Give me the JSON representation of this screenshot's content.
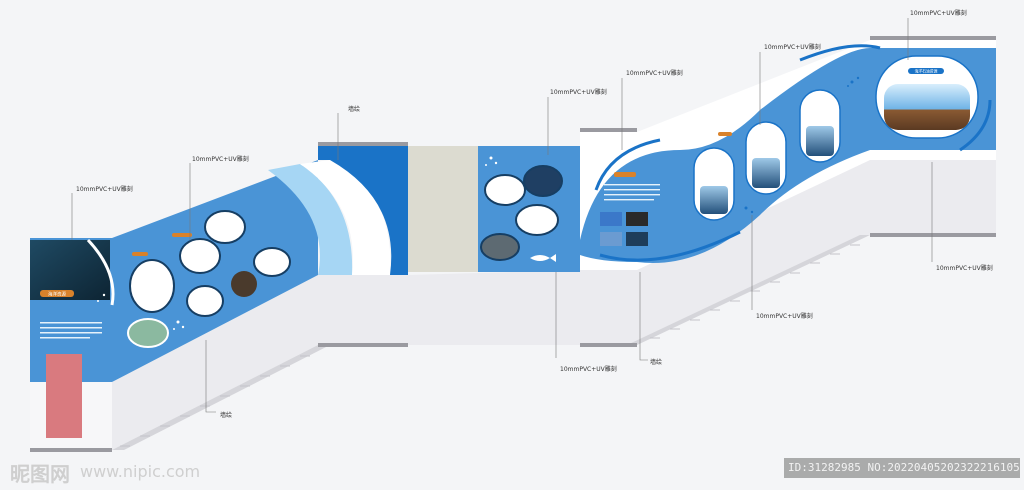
{
  "callouts": {
    "pvc_uv": "10mmPVC+UV雕刻",
    "mural": "墙绘"
  },
  "panels": {
    "ocean_title": "海洋资源",
    "oil_title": "海洋石油资源"
  },
  "watermark": {
    "logo_text": "昵图网",
    "url": "www.nipic.com",
    "id_text": "ID:31282985 NO:20220405202322216105"
  },
  "colors": {
    "wall_blue": "#4a94d6",
    "deep_blue": "#1a73c7",
    "light_blue": "#a6d6f4",
    "floor_grey": "#e6e6ea",
    "pink_block": "#d97a7f",
    "beige_block": "#dcdbd0",
    "orange_tag": "#d9822b"
  }
}
